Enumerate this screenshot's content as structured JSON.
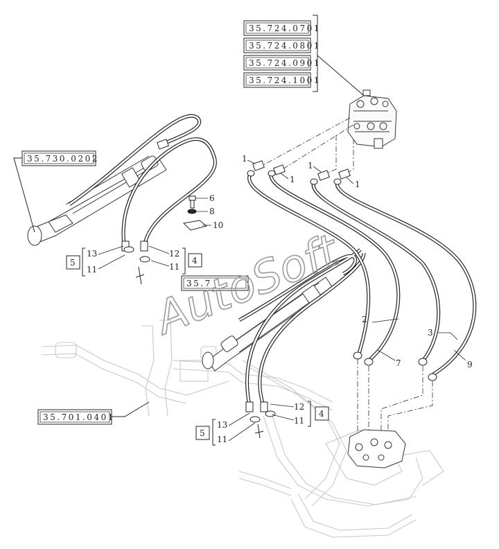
{
  "watermark": "AutoSoft",
  "references": {
    "valve_refs": [
      "35.724.0701",
      "35.724.0801",
      "35.724.0901",
      "35.724.1001"
    ],
    "cylinder_ref": "35.730.0202",
    "lower_cylinder_ref": "35.701.0401",
    "obscured_ref": "35.7"
  },
  "callouts": {
    "c1": "1",
    "c2": "2",
    "c3": "3",
    "c4": "4",
    "c5": "5",
    "c6": "6",
    "c7": "7",
    "c8": "8",
    "c9": "9",
    "c10": "10",
    "c11": "11",
    "c12": "12",
    "c13": "13"
  }
}
